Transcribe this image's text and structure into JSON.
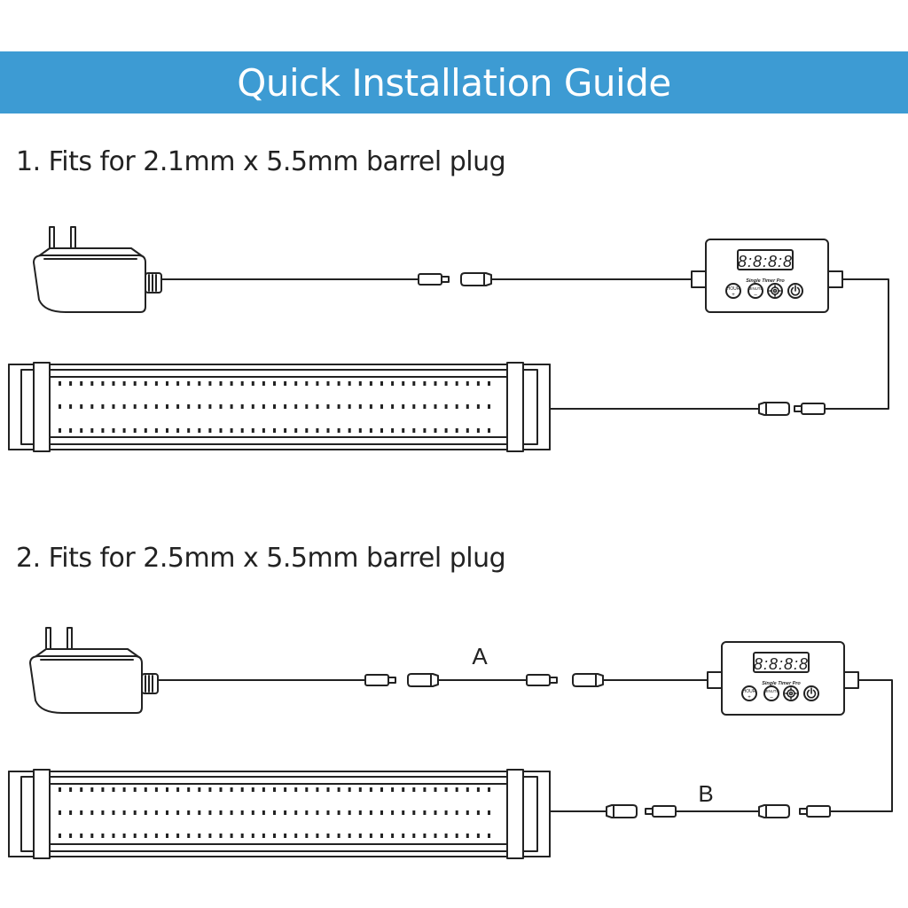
{
  "title": "Quick Installation Guide",
  "colors": {
    "banner": "#3d9bd3",
    "line": "#222222"
  },
  "steps": [
    {
      "label": "1. Fits for 2.1mm x 5.5mm barrel plug"
    },
    {
      "label": "2. Fits for 2.5mm x 5.5mm barrel plug"
    }
  ],
  "timer": {
    "display": "8:8:8:8",
    "model": "Single Timer Pro",
    "hour_label": "HOUR",
    "minute_label": "MINUTE",
    "hour_sign": "+",
    "minute_sign": "–",
    "settings_icon": "gear-icon",
    "power_icon": "power-icon"
  },
  "cables": {
    "a": "A",
    "b": "B"
  }
}
